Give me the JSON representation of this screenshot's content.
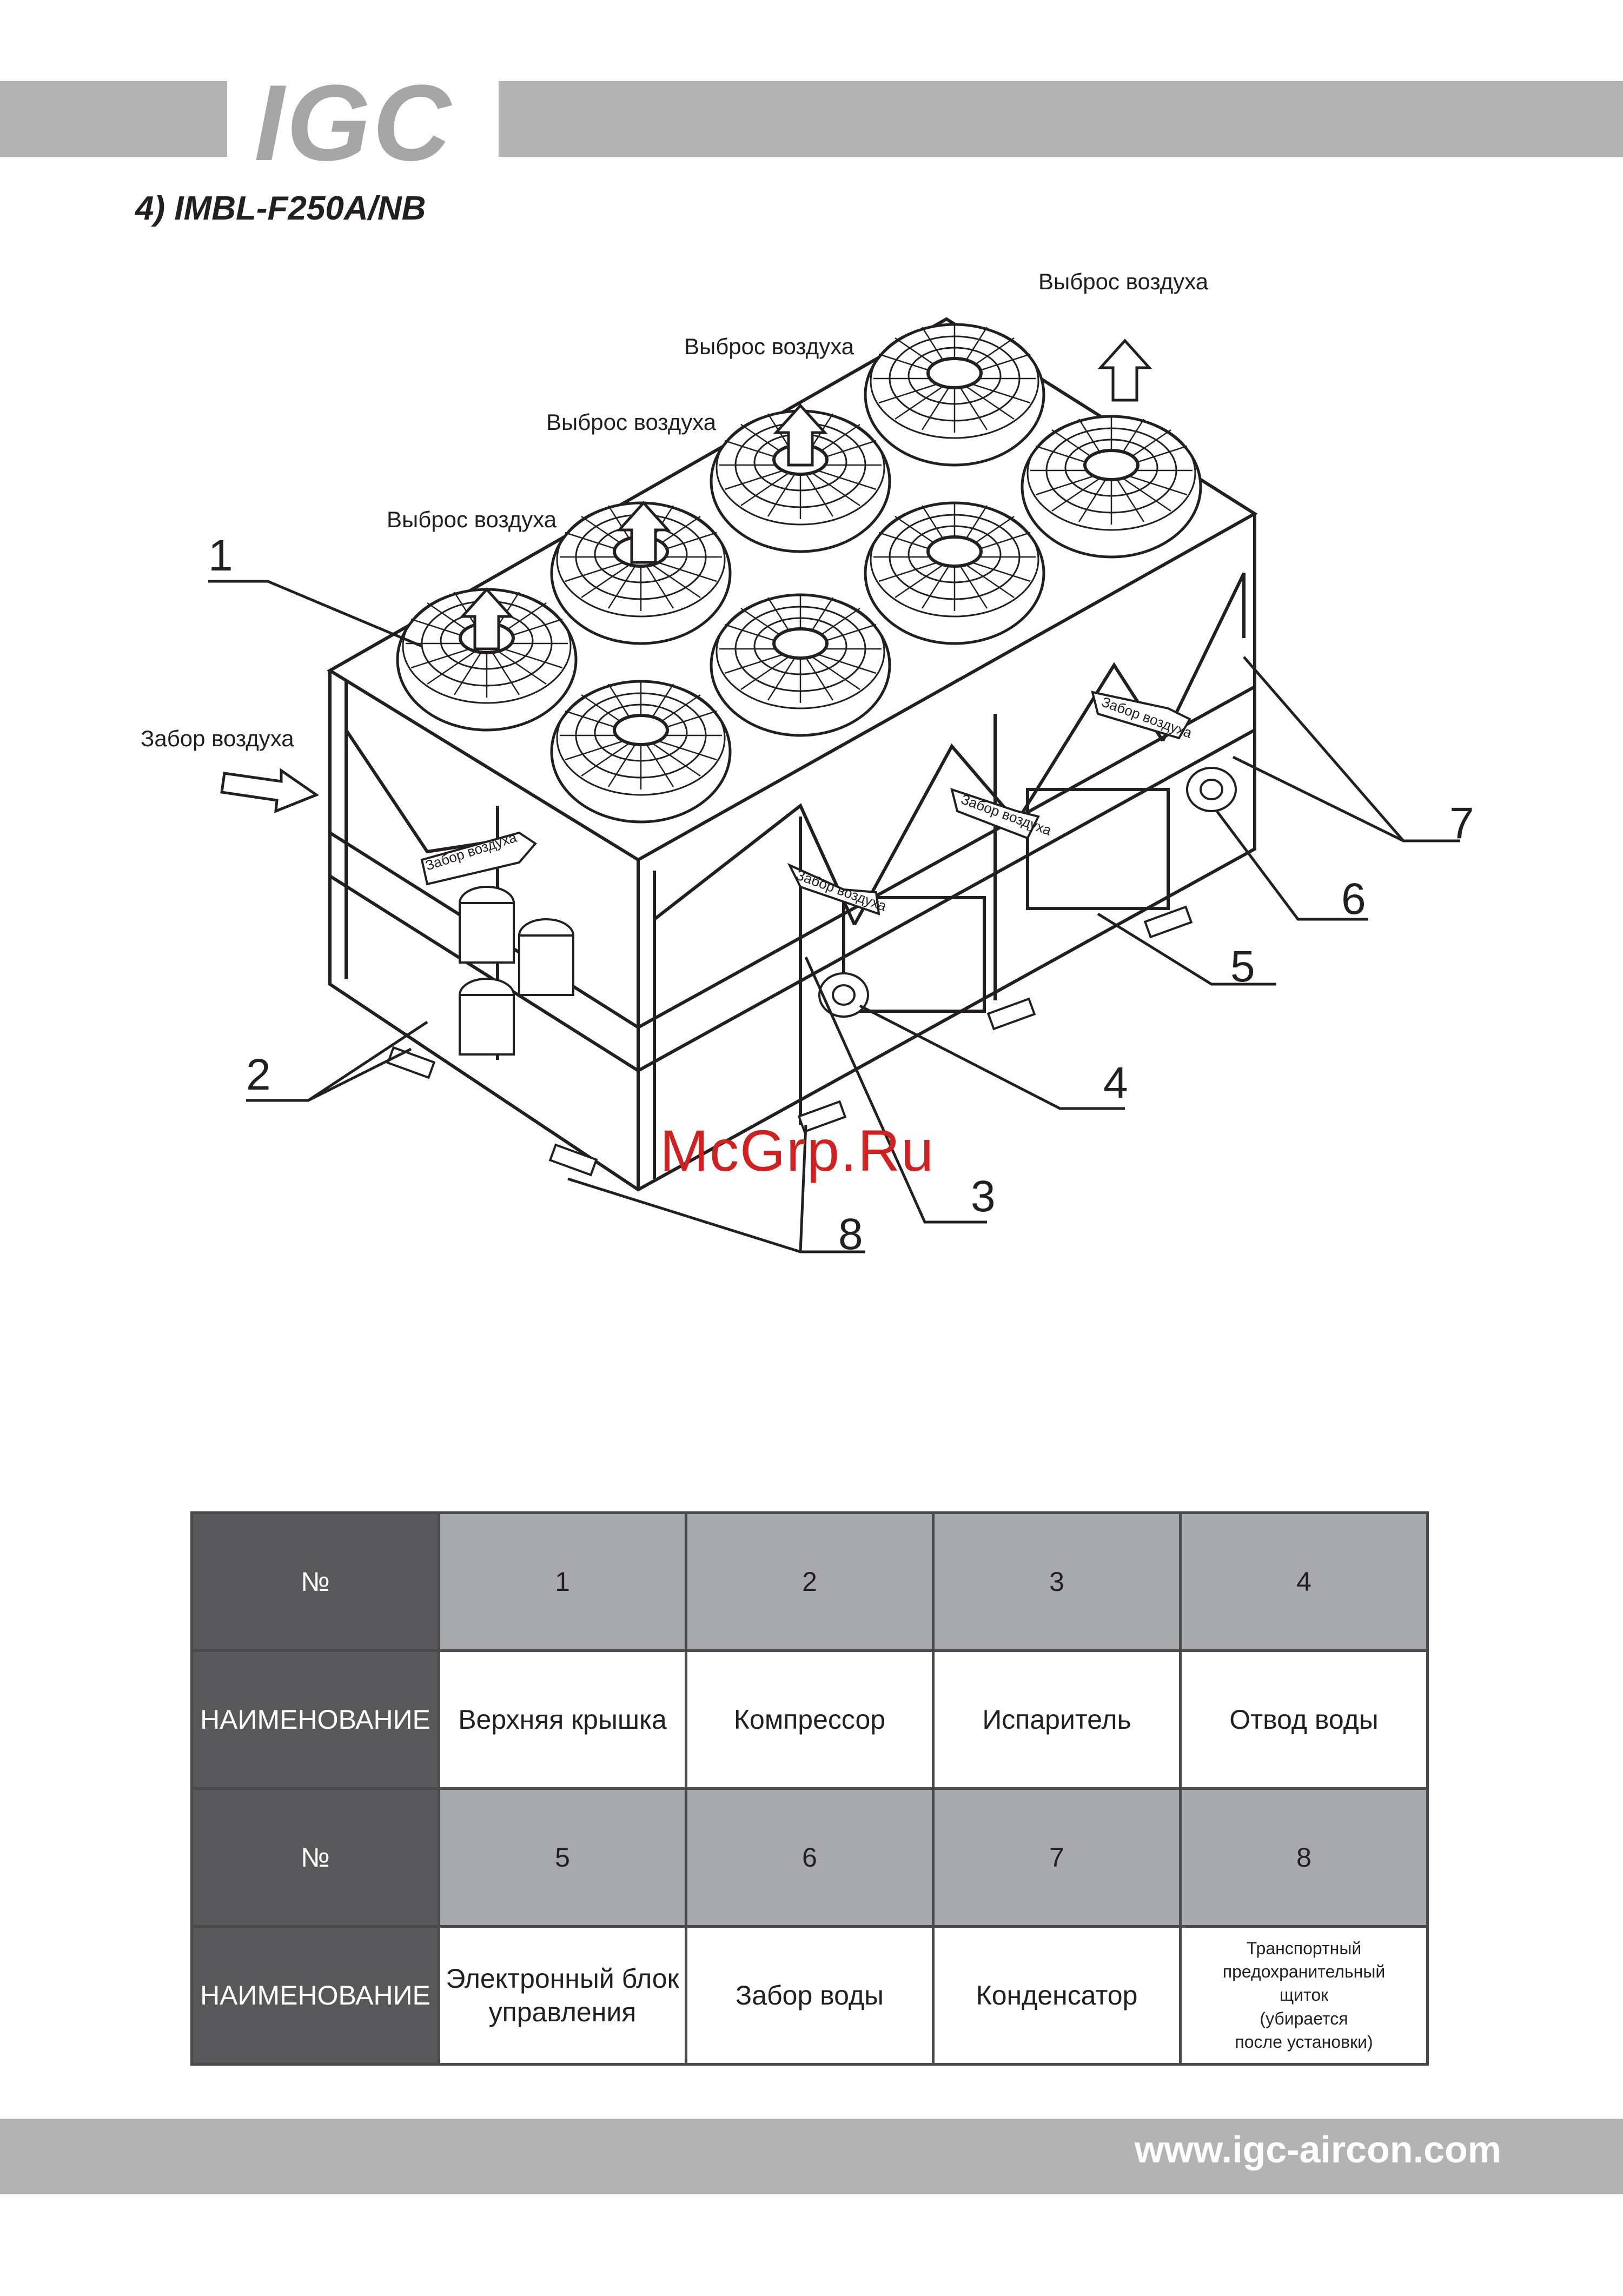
{
  "header": {
    "logo": "IGC",
    "model": "4) IMBL-F250A/NB"
  },
  "diagram": {
    "air_exhaust": [
      "Выброс воздуха",
      "Выброс воздуха",
      "Выброс воздуха",
      "Выброс воздуха"
    ],
    "air_intake": "Забор воздуха",
    "panel_intake": [
      "Забор воздуха",
      "Забор воздуха",
      "Забор воздуха",
      "Забор воздуха"
    ],
    "callouts": [
      "1",
      "2",
      "3",
      "4",
      "5",
      "6",
      "7",
      "8"
    ],
    "watermark": "McGrp.Ru"
  },
  "table": {
    "num_header": "№",
    "name_header": "НАИМЕНОВАНИЕ",
    "row1_nums": [
      "1",
      "2",
      "3",
      "4"
    ],
    "row1_names": [
      "Верхняя крышка",
      "Компрессор",
      "Испаритель",
      "Отвод воды"
    ],
    "row2_nums": [
      "5",
      "6",
      "7",
      "8"
    ],
    "row2_names": [
      "Электронный блок\nуправления",
      "Забор воды",
      "Конденсатор",
      "Транспортный\nпредохранительный\nщиток\n(убирается\nпосле установки)"
    ]
  },
  "footer": {
    "url": "www.igc-aircon.com"
  },
  "colors": {
    "header_gray": "#b3b3b3",
    "dark_cell": "#58585a",
    "gray_cell": "#a7a9ac",
    "watermark": "#d0201f"
  }
}
